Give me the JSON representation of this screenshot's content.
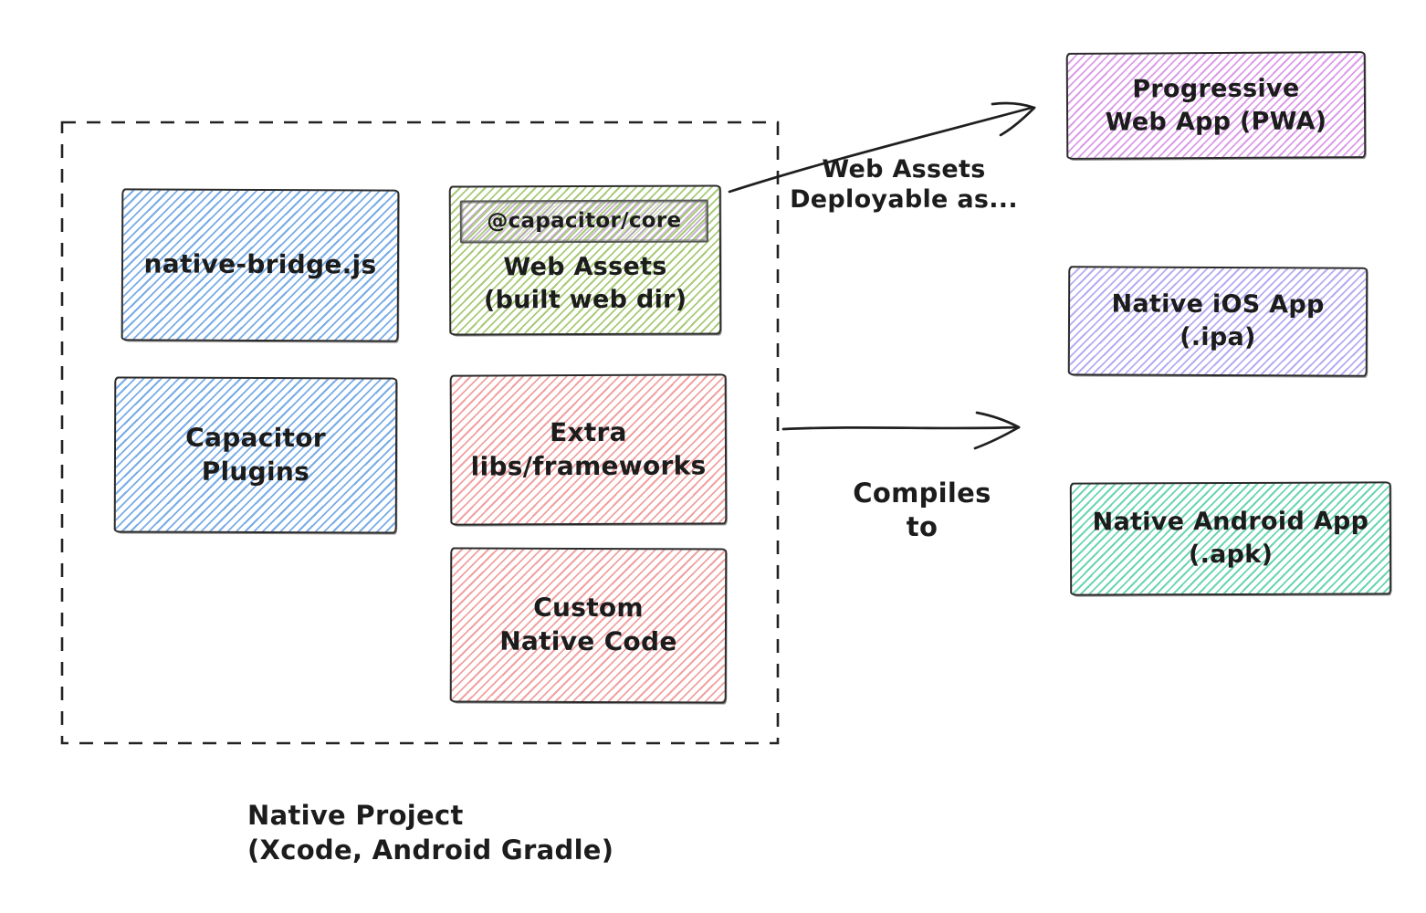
{
  "native_project": {
    "caption": {
      "line1": "Native Project",
      "line2": "(Xcode, Android Gradle)"
    },
    "boxes": {
      "native_bridge": {
        "label": "native-bridge.js",
        "hatch_color": "#609ee3"
      },
      "web_assets": {
        "badge": "@capacitor/core",
        "line1": "Web Assets",
        "line2": "(built web dir)",
        "hatch_color": "#92be56",
        "badge_hatch_color": "#c092e0"
      },
      "capacitor_plugins": {
        "line1": "Capacitor",
        "line2": "Plugins",
        "hatch_color": "#609ee3"
      },
      "extra_libs": {
        "line1": "Extra",
        "line2": "libs/frameworks",
        "hatch_color": "#ee8a8a"
      },
      "custom_native_code": {
        "line1": "Custom",
        "line2": "Native Code",
        "hatch_color": "#ee8a8a"
      }
    }
  },
  "arrows": {
    "deploy": {
      "line1": "Web Assets",
      "line2": "Deployable as..."
    },
    "compile": {
      "line1": "Compiles",
      "line2": "to"
    }
  },
  "outputs": {
    "pwa": {
      "line1": "Progressive",
      "line2": "Web App (PWA)",
      "hatch_color": "#d07ce2"
    },
    "ios": {
      "line1": "Native iOS App",
      "line2": "(.ipa)",
      "hatch_color": "#9e92ee"
    },
    "android": {
      "line1": "Native Android App",
      "line2": "(.apk)",
      "hatch_color": "#52cea4"
    }
  },
  "stroke_color": "#1f1f1f",
  "background_color": "#ffffff"
}
